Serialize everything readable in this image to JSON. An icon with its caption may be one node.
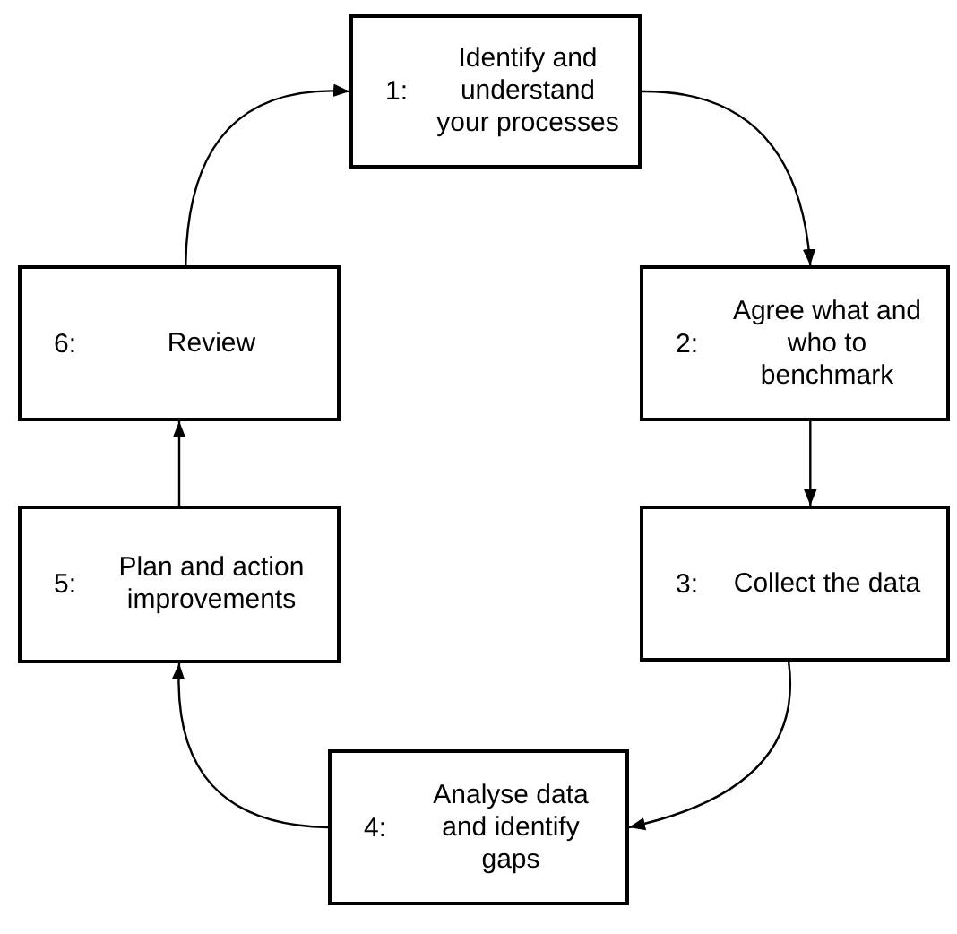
{
  "diagram": {
    "nodes": [
      {
        "text": [
          "1:",
          "Identify and understand your processes"
        ]
      },
      {
        "text": [
          "2:",
          "Agree what and who to benchmark"
        ]
      },
      {
        "text": [
          "3:",
          "Collect the data"
        ]
      },
      {
        "text": [
          "4:",
          "Analyse data and identify gaps"
        ]
      },
      {
        "text": [
          "5:",
          "Plan and action improvements"
        ]
      },
      {
        "text": [
          "6:",
          "Review"
        ]
      }
    ],
    "edges": [
      {
        "from": 0,
        "to": 1,
        "arrow": "to"
      },
      {
        "from": 1,
        "to": 2,
        "arrow": "to"
      },
      {
        "from": 2,
        "to": 3,
        "arrow": "to"
      },
      {
        "from": 3,
        "to": 4,
        "arrow": "to"
      },
      {
        "from": 4,
        "to": 5,
        "arrow": "to"
      },
      {
        "from": 5,
        "to": 0,
        "arrow": "to"
      }
    ]
  }
}
